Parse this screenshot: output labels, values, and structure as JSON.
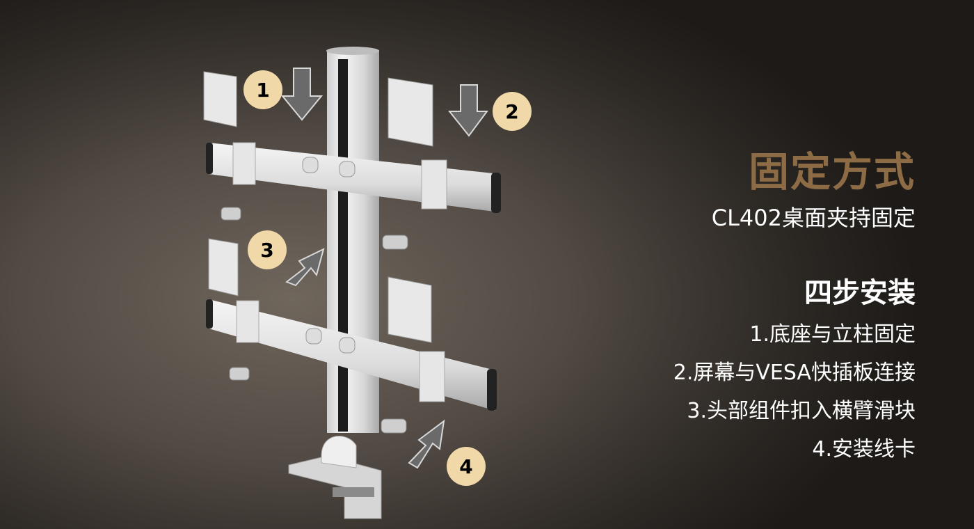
{
  "heading": {
    "title": "固定方式",
    "subtitle": "CL402桌面夹持固定"
  },
  "install": {
    "title": "四步安装",
    "steps": [
      "1.底座与立柱固定",
      "2.屏幕与VESA快插板连接",
      "3.头部组件扣入横臂滑块",
      "4.安装线卡"
    ]
  },
  "diagram": {
    "badges": [
      "1",
      "2",
      "3",
      "4"
    ]
  },
  "colors": {
    "title": "#8c6b45",
    "badge": "#f0d8a8",
    "arrow": "#6a6a6a"
  }
}
